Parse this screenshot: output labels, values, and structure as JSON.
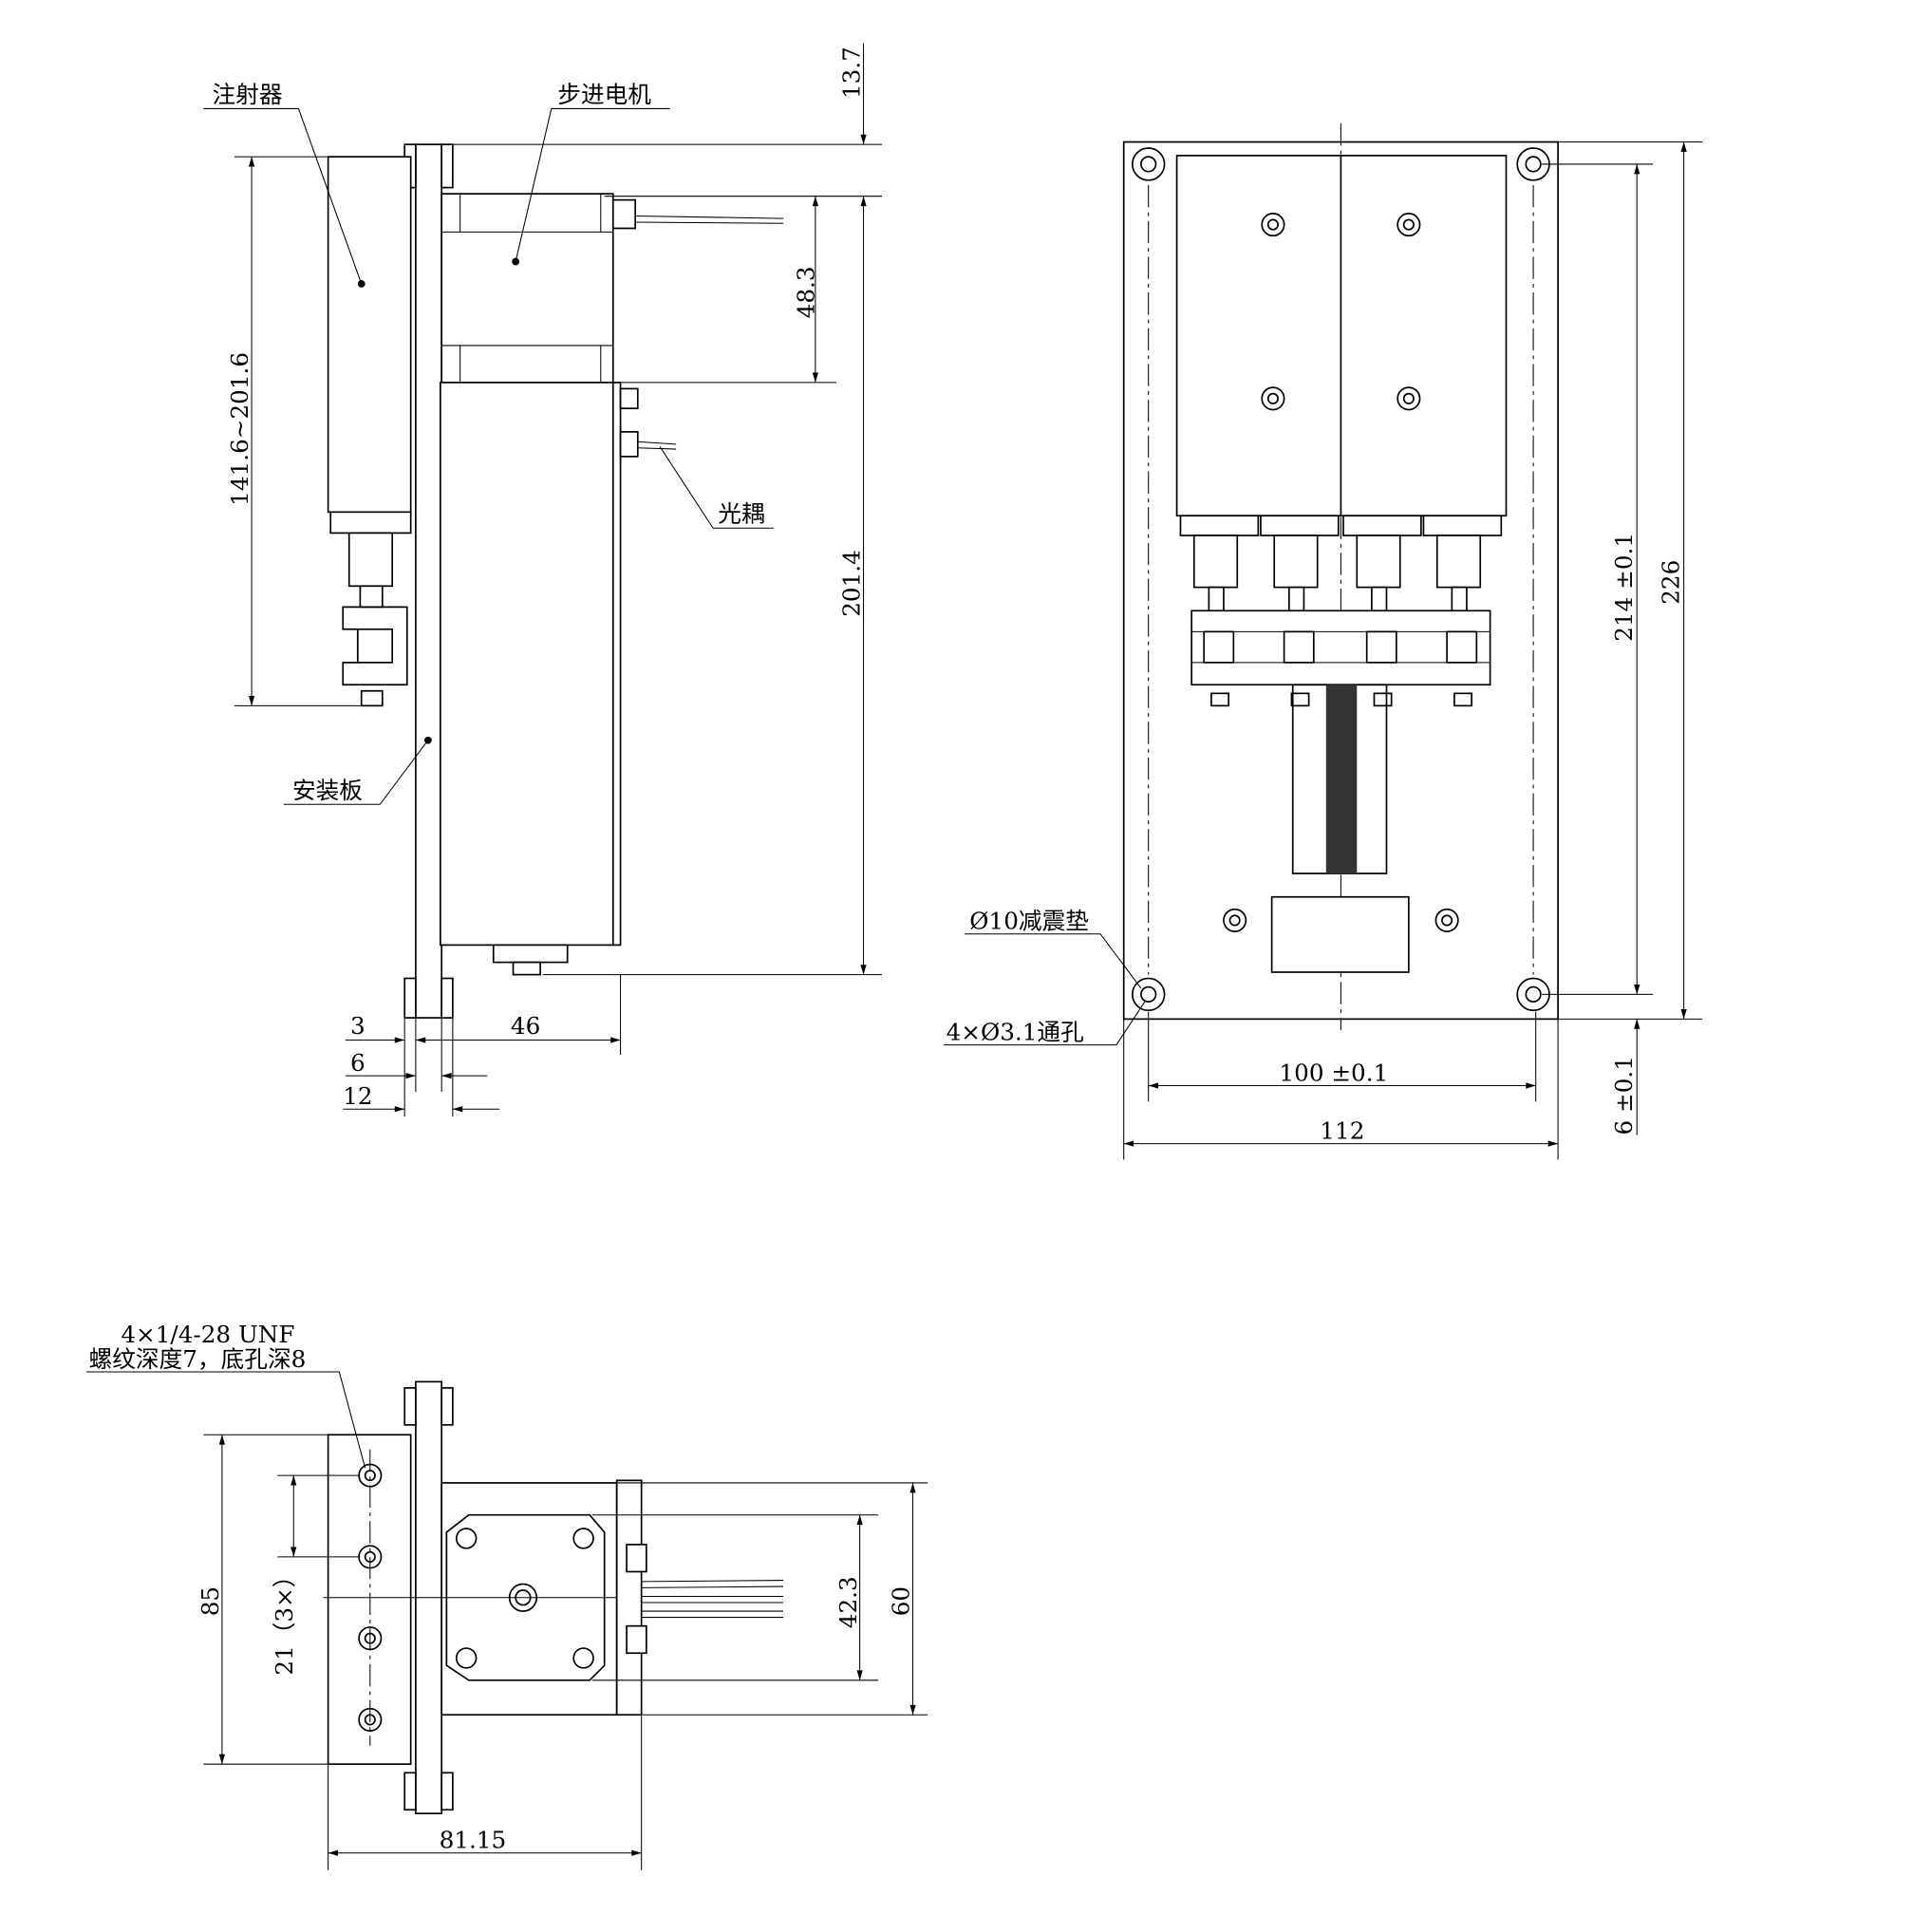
{
  "side_view": {
    "labels": {
      "syringe": "注射器",
      "stepper_motor": "步进电机",
      "optocoupler": "光耦",
      "mounting_plate": "安装板"
    },
    "dims": {
      "top_offset": "13.7",
      "motor_height": "48.3",
      "total_height": "201.4",
      "syringe_range": "141.6~201.6",
      "d3": "3",
      "d6": "6",
      "d12": "12",
      "d46": "46"
    }
  },
  "front_view": {
    "labels": {
      "damper": "Ø10减震垫",
      "through_holes": "4×Ø3.1通孔"
    },
    "dims": {
      "hole_spacing_x": "100 ±0.1",
      "width": "112",
      "hole_spacing_y": "214 ±0.1",
      "height": "226",
      "edge_offset": "6 ±0.1"
    }
  },
  "bottom_view": {
    "labels": {
      "thread_line1": "4×1/4-28 UNF",
      "thread_line2": "螺纹深度7，底孔深8"
    },
    "dims": {
      "d85": "85",
      "d21": "21（3×）",
      "d42": "42.3",
      "d60": "60",
      "d81": "81.15"
    }
  }
}
